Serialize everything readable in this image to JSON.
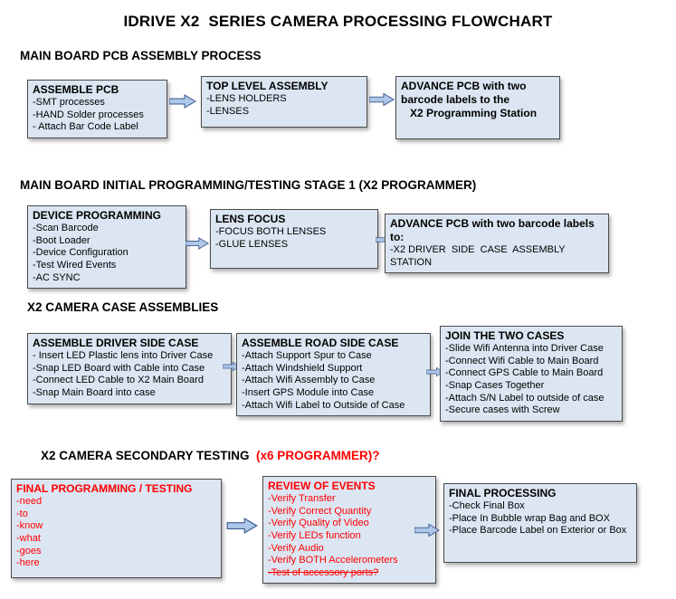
{
  "title": "IDRIVE X2  SERIES CAMERA PROCESSING FLOWCHART",
  "colors": {
    "box_fill": "#dce6f2",
    "box_border": "#4a4a4a",
    "red_text": "#ff0000",
    "arrow_fill": "#aec6e8",
    "arrow_stroke": "#3a5a8c"
  },
  "sections": [
    {
      "heading": "MAIN BOARD PCB ASSEMBLY PROCESS",
      "boxes": [
        {
          "title": "ASSEMBLE PCB",
          "items": [
            "-SMT processes",
            "-HAND Solder processes",
            "- Attach Bar Code Label"
          ]
        },
        {
          "title": "TOP LEVEL ASSEMBLY",
          "items": [
            "-LENS HOLDERS",
            "-LENSES"
          ]
        },
        {
          "title": "ADVANCE PCB with two\nbarcode labels to the\n   X2 Programming Station",
          "items": []
        }
      ]
    },
    {
      "heading": "MAIN BOARD INITIAL PROGRAMMING/TESTING STAGE 1 (X2 PROGRAMMER)",
      "boxes": [
        {
          "title": "DEVICE PROGRAMMING",
          "items": [
            "-Scan Barcode",
            "-Boot Loader",
            "-Device Configuration",
            "-Test Wired Events",
            "-AC SYNC"
          ]
        },
        {
          "title": "LENS FOCUS",
          "items": [
            "-FOCUS BOTH LENSES",
            "-GLUE LENSES"
          ]
        },
        {
          "title": "ADVANCE PCB with two barcode labels to:",
          "items": [
            "-X2 DRIVER  SIDE  CASE  ASSEMBLY STATION"
          ]
        }
      ]
    },
    {
      "heading": "X2 CAMERA CASE ASSEMBLIES",
      "boxes": [
        {
          "title": "ASSEMBLE DRIVER SIDE CASE",
          "items": [
            "- Insert LED Plastic lens into Driver Case",
            "-Snap LED Board with Cable into Case",
            "-Connect LED Cable to X2 Main Board",
            "-Snap Main Board into case"
          ]
        },
        {
          "title": "ASSEMBLE ROAD SIDE CASE",
          "items": [
            "-Attach Support Spur to Case",
            "-Attach Windshield Support",
            "-Attach Wifi Assembly to Case",
            "-Insert GPS Module into Case",
            "-Attach Wifi Label to Outside of Case"
          ]
        },
        {
          "title": "JOIN THE TWO CASES",
          "items": [
            "-Slide Wifi Antenna into Driver Case",
            "-Connect Wifi Cable to Main Board",
            "-Connect GPS Cable to Main Board",
            "-Snap Cases Together",
            "-Attach S/N Label to outside of case",
            "-Secure cases with Screw"
          ]
        }
      ]
    },
    {
      "heading": "X2 CAMERA SECONDARY TESTING ",
      "heading_red": " (x6 PROGRAMMER)?",
      "boxes": [
        {
          "title": "FINAL PROGRAMMING / TESTING",
          "items": [
            "-need",
            "-to",
            "-know",
            "-what",
            "-goes",
            "-here"
          ]
        },
        {
          "title": "REVIEW OF EVENTS",
          "items": [
            "-Verify Transfer",
            "-Verify Correct Quantity",
            "-Verify Quality of Video",
            "-Verify LEDs function",
            "-Verify Audio",
            "-Verify BOTH Accelerometers",
            "-Test of accessory ports?"
          ]
        },
        {
          "title": "FINAL PROCESSING",
          "items": [
            "-Check Final Box",
            "-Place In Bubble wrap Bag and BOX",
            "-Place Barcode Label on Exterior or Box"
          ]
        }
      ]
    }
  ]
}
